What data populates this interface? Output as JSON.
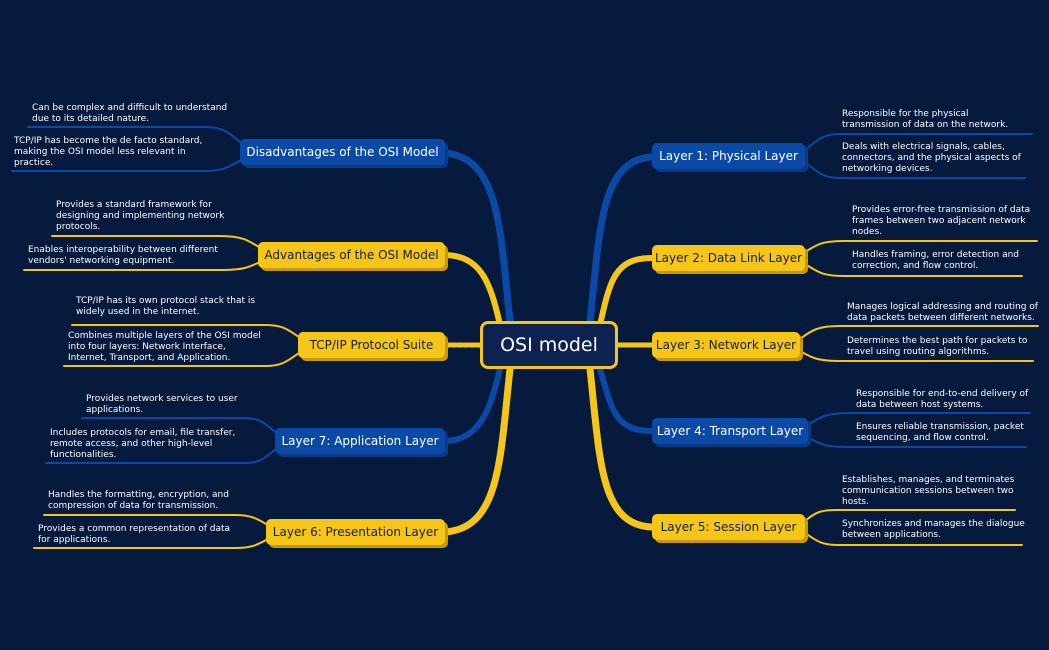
{
  "center": {
    "label": "OSI model"
  },
  "colors": {
    "background": "#061a3e",
    "blue": "#0a4aa6",
    "yellow": "#f5c518"
  },
  "right": [
    {
      "label": "Layer 1: Physical Layer",
      "color": "blue",
      "notes": [
        "Responsible for the physical transmission of data on the network.",
        "Deals with electrical signals, cables, connectors, and the physical aspects of networking devices."
      ]
    },
    {
      "label": "Layer 2: Data Link Layer",
      "color": "yellow",
      "notes": [
        "Provides error-free transmission of data frames between two adjacent network nodes.",
        "Handles framing, error detection and correction, and flow control."
      ]
    },
    {
      "label": "Layer 3: Network Layer",
      "color": "yellow",
      "notes": [
        "Manages logical addressing and routing of data packets between different networks.",
        "Determines the best path for packets to travel using routing algorithms."
      ]
    },
    {
      "label": "Layer 4: Transport Layer",
      "color": "blue",
      "notes": [
        "Responsible for end-to-end delivery of data between host systems.",
        "Ensures reliable transmission, packet sequencing, and flow control."
      ]
    },
    {
      "label": "Layer 5: Session Layer",
      "color": "yellow",
      "notes": [
        "Establishes, manages, and terminates communication sessions between two hosts.",
        "Synchronizes and manages the dialogue between applications."
      ]
    }
  ],
  "left": [
    {
      "label": "Disadvantages of the OSI Model",
      "color": "blue",
      "notes": [
        "Can be complex and difficult to understand due to its detailed nature.",
        "TCP/IP has become the de facto standard, making the OSI model less relevant in practice."
      ]
    },
    {
      "label": "Advantages of the OSI Model",
      "color": "yellow",
      "notes": [
        "Provides a standard framework for designing and implementing network protocols.",
        "Enables interoperability between different vendors' networking equipment."
      ]
    },
    {
      "label": "TCP/IP Protocol Suite",
      "color": "yellow",
      "notes": [
        "TCP/IP has its own protocol stack that is widely used in the internet.",
        "Combines multiple layers of the OSI model into four layers: Network Interface, Internet, Transport, and Application."
      ]
    },
    {
      "label": "Layer 7: Application Layer",
      "color": "blue",
      "notes": [
        "Provides network services to user applications.",
        "Includes protocols for email, file transfer, remote access, and other high-level functionalities."
      ]
    },
    {
      "label": "Layer 6: Presentation Layer",
      "color": "yellow",
      "notes": [
        "Handles the formatting, encryption, and compression of data for transmission.",
        "Provides a common representation of data for applications."
      ]
    }
  ]
}
